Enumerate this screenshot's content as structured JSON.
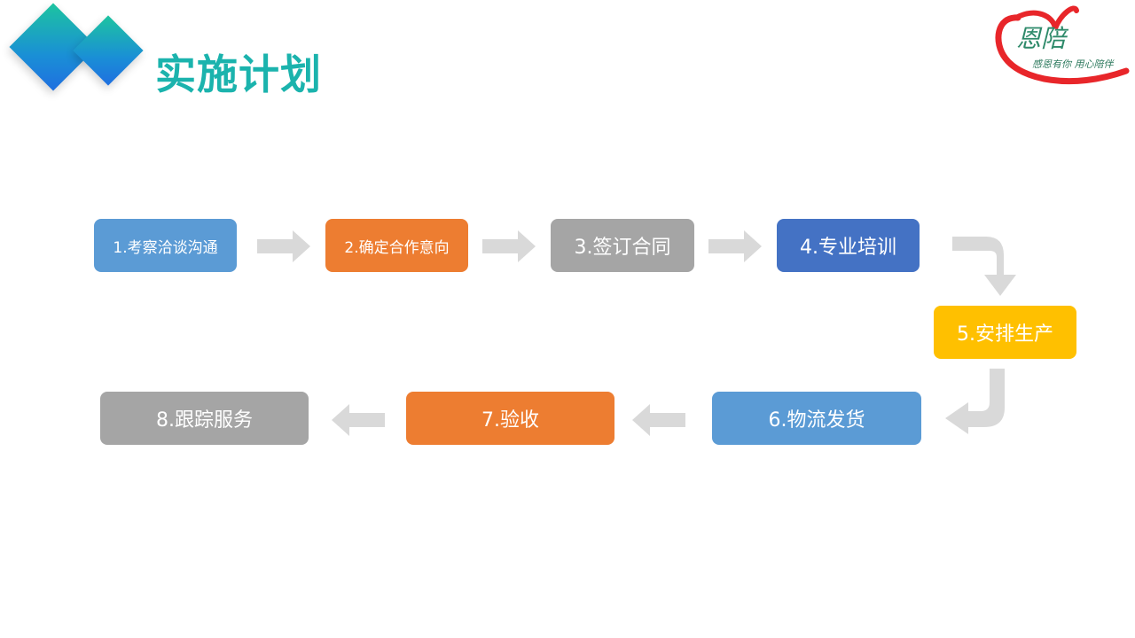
{
  "slide": {
    "title": "实施计划"
  },
  "logo": {
    "name": "恩陪",
    "slogan": "感恩有你 用心陪伴",
    "heart_color": "#e8262a"
  },
  "steps": [
    {
      "label": "1.考察洽谈沟通",
      "color": "#5b9bd5"
    },
    {
      "label": "2.确定合作意向",
      "color": "#ed7d31"
    },
    {
      "label": "3.签订合同",
      "color": "#a5a5a5"
    },
    {
      "label": "4.专业培训",
      "color": "#4472c4"
    },
    {
      "label": "5.安排生产",
      "color": "#ffc000"
    },
    {
      "label": "6.物流发货",
      "color": "#5b9bd5"
    },
    {
      "label": "7.验收",
      "color": "#ed7d31"
    },
    {
      "label": "8.跟踪服务",
      "color": "#a5a5a5"
    }
  ],
  "arrow_color": "#d9d9d9"
}
